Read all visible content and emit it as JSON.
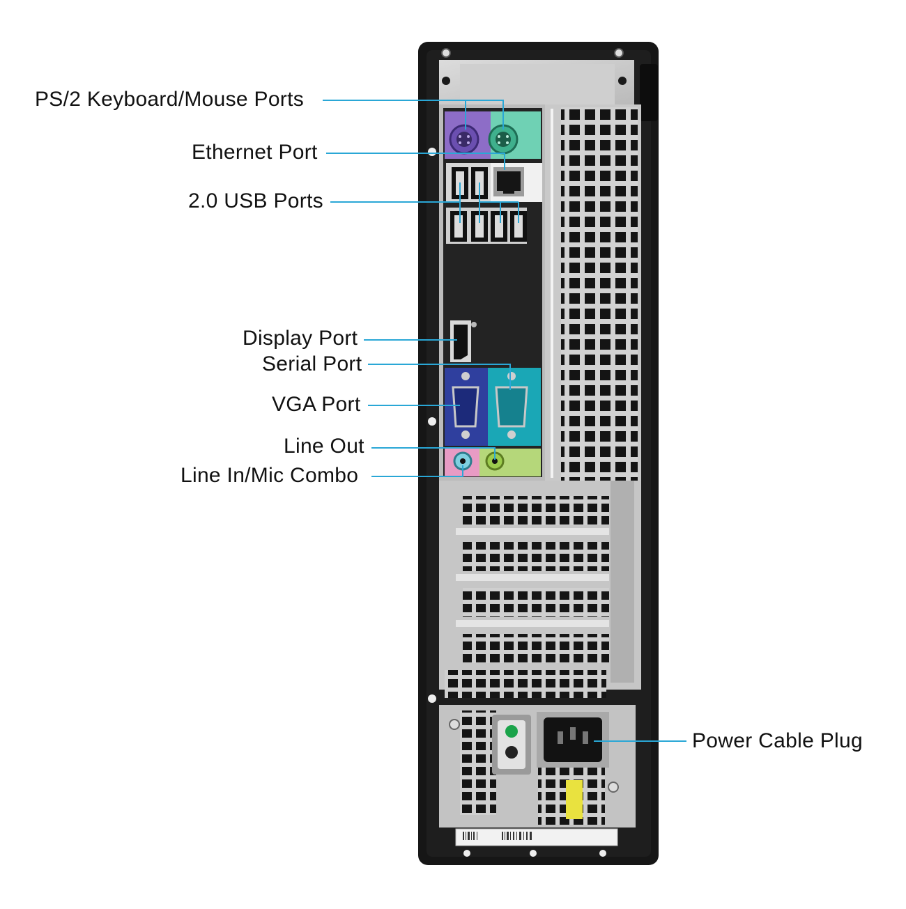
{
  "callouts": {
    "ps2": "PS/2 Keyboard/Mouse Ports",
    "ethernet": "Ethernet Port",
    "usb": "2.0 USB Ports",
    "display": "Display Port",
    "serial": "Serial Port",
    "vga": "VGA Port",
    "line_out": "Line Out",
    "line_in": "Line In/Mic Combo",
    "power": "Power Cable Plug"
  },
  "colors": {
    "leader": "#2aa7d6",
    "chassis": "#161616",
    "panel": "#c9c9c9",
    "ps2_purple": "#8d6dc7",
    "ps2_green": "#55c3a2",
    "vga_blue": "#2f3f9e",
    "serial_teal": "#1aa7b6",
    "audio_pink": "#e89bc4",
    "audio_green": "#b5d77a",
    "label_yellow": "#e9e23f"
  }
}
